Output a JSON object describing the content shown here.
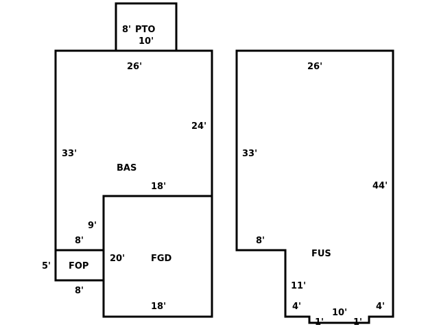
{
  "areas": {
    "pto": {
      "name": "PTO",
      "side_dim": "8'",
      "top_dim": "10'"
    },
    "bas": {
      "name": "BAS",
      "top_dim": "26'",
      "left_dim": "33'",
      "right_dim": "24'",
      "inner_dim": "18'",
      "lower_left_dim": "9'",
      "step_dim": "8'"
    },
    "fop": {
      "name": "FOP",
      "left_dim": "5'",
      "bottom_dim": "8'"
    },
    "fgd": {
      "name": "FGD",
      "left_dim": "20'",
      "bottom_dim": "18'"
    },
    "fus": {
      "name": "FUS",
      "top_dim": "26'",
      "left_dim": "33'",
      "right_dim": "44'",
      "step_dim": "8'",
      "lower_left_dim": "11'",
      "corner_left_dim": "4'",
      "corner_right_dim": "4'",
      "bottom_dim": "10'",
      "notch_left_dim": "1'",
      "notch_right_dim": "1'"
    }
  },
  "colors": {
    "line": "#000000",
    "background": "#ffffff"
  }
}
